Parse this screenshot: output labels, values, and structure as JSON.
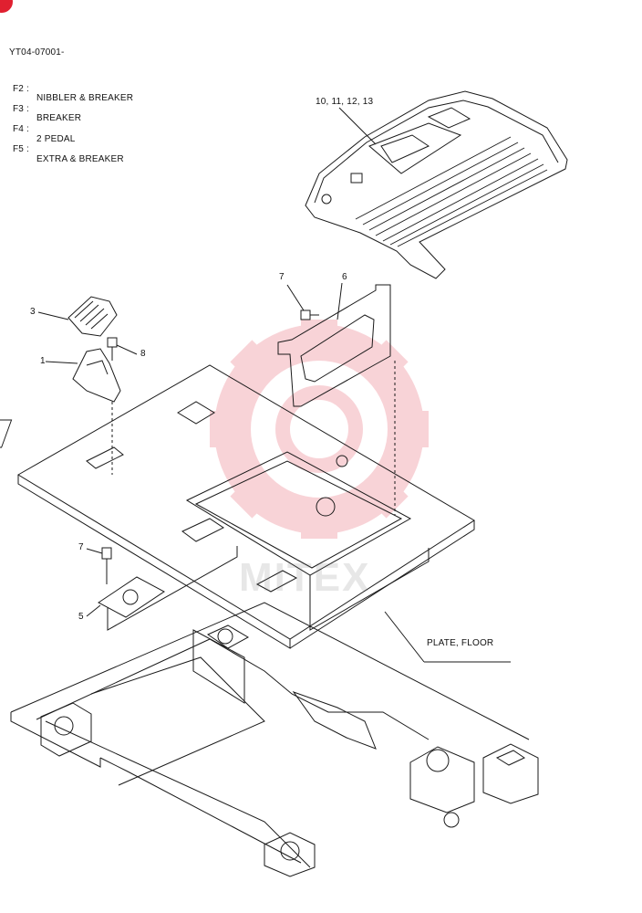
{
  "header": {
    "code": "YT04-07001-"
  },
  "options": [
    {
      "key": "F2 :",
      "desc": "NIBBLER & BREAKER"
    },
    {
      "key": "F3 :",
      "desc": "BREAKER"
    },
    {
      "key": "F4 :",
      "desc": "2 PEDAL"
    },
    {
      "key": "F5 :",
      "desc": "EXTRA & BREAKER"
    }
  ],
  "callouts": {
    "c1": "1",
    "c3": "3",
    "c5": "5",
    "c6": "6",
    "c7a": "7",
    "c7b": "7",
    "c8": "8",
    "c10": "10, 11, 12, 13"
  },
  "labels": {
    "plate_floor": "PLATE, FLOOR"
  },
  "watermark": {
    "text": "MITEX",
    "color": "#f0a0a8"
  },
  "colors": {
    "line": "#1a1a1a",
    "accent": "#e02030"
  }
}
